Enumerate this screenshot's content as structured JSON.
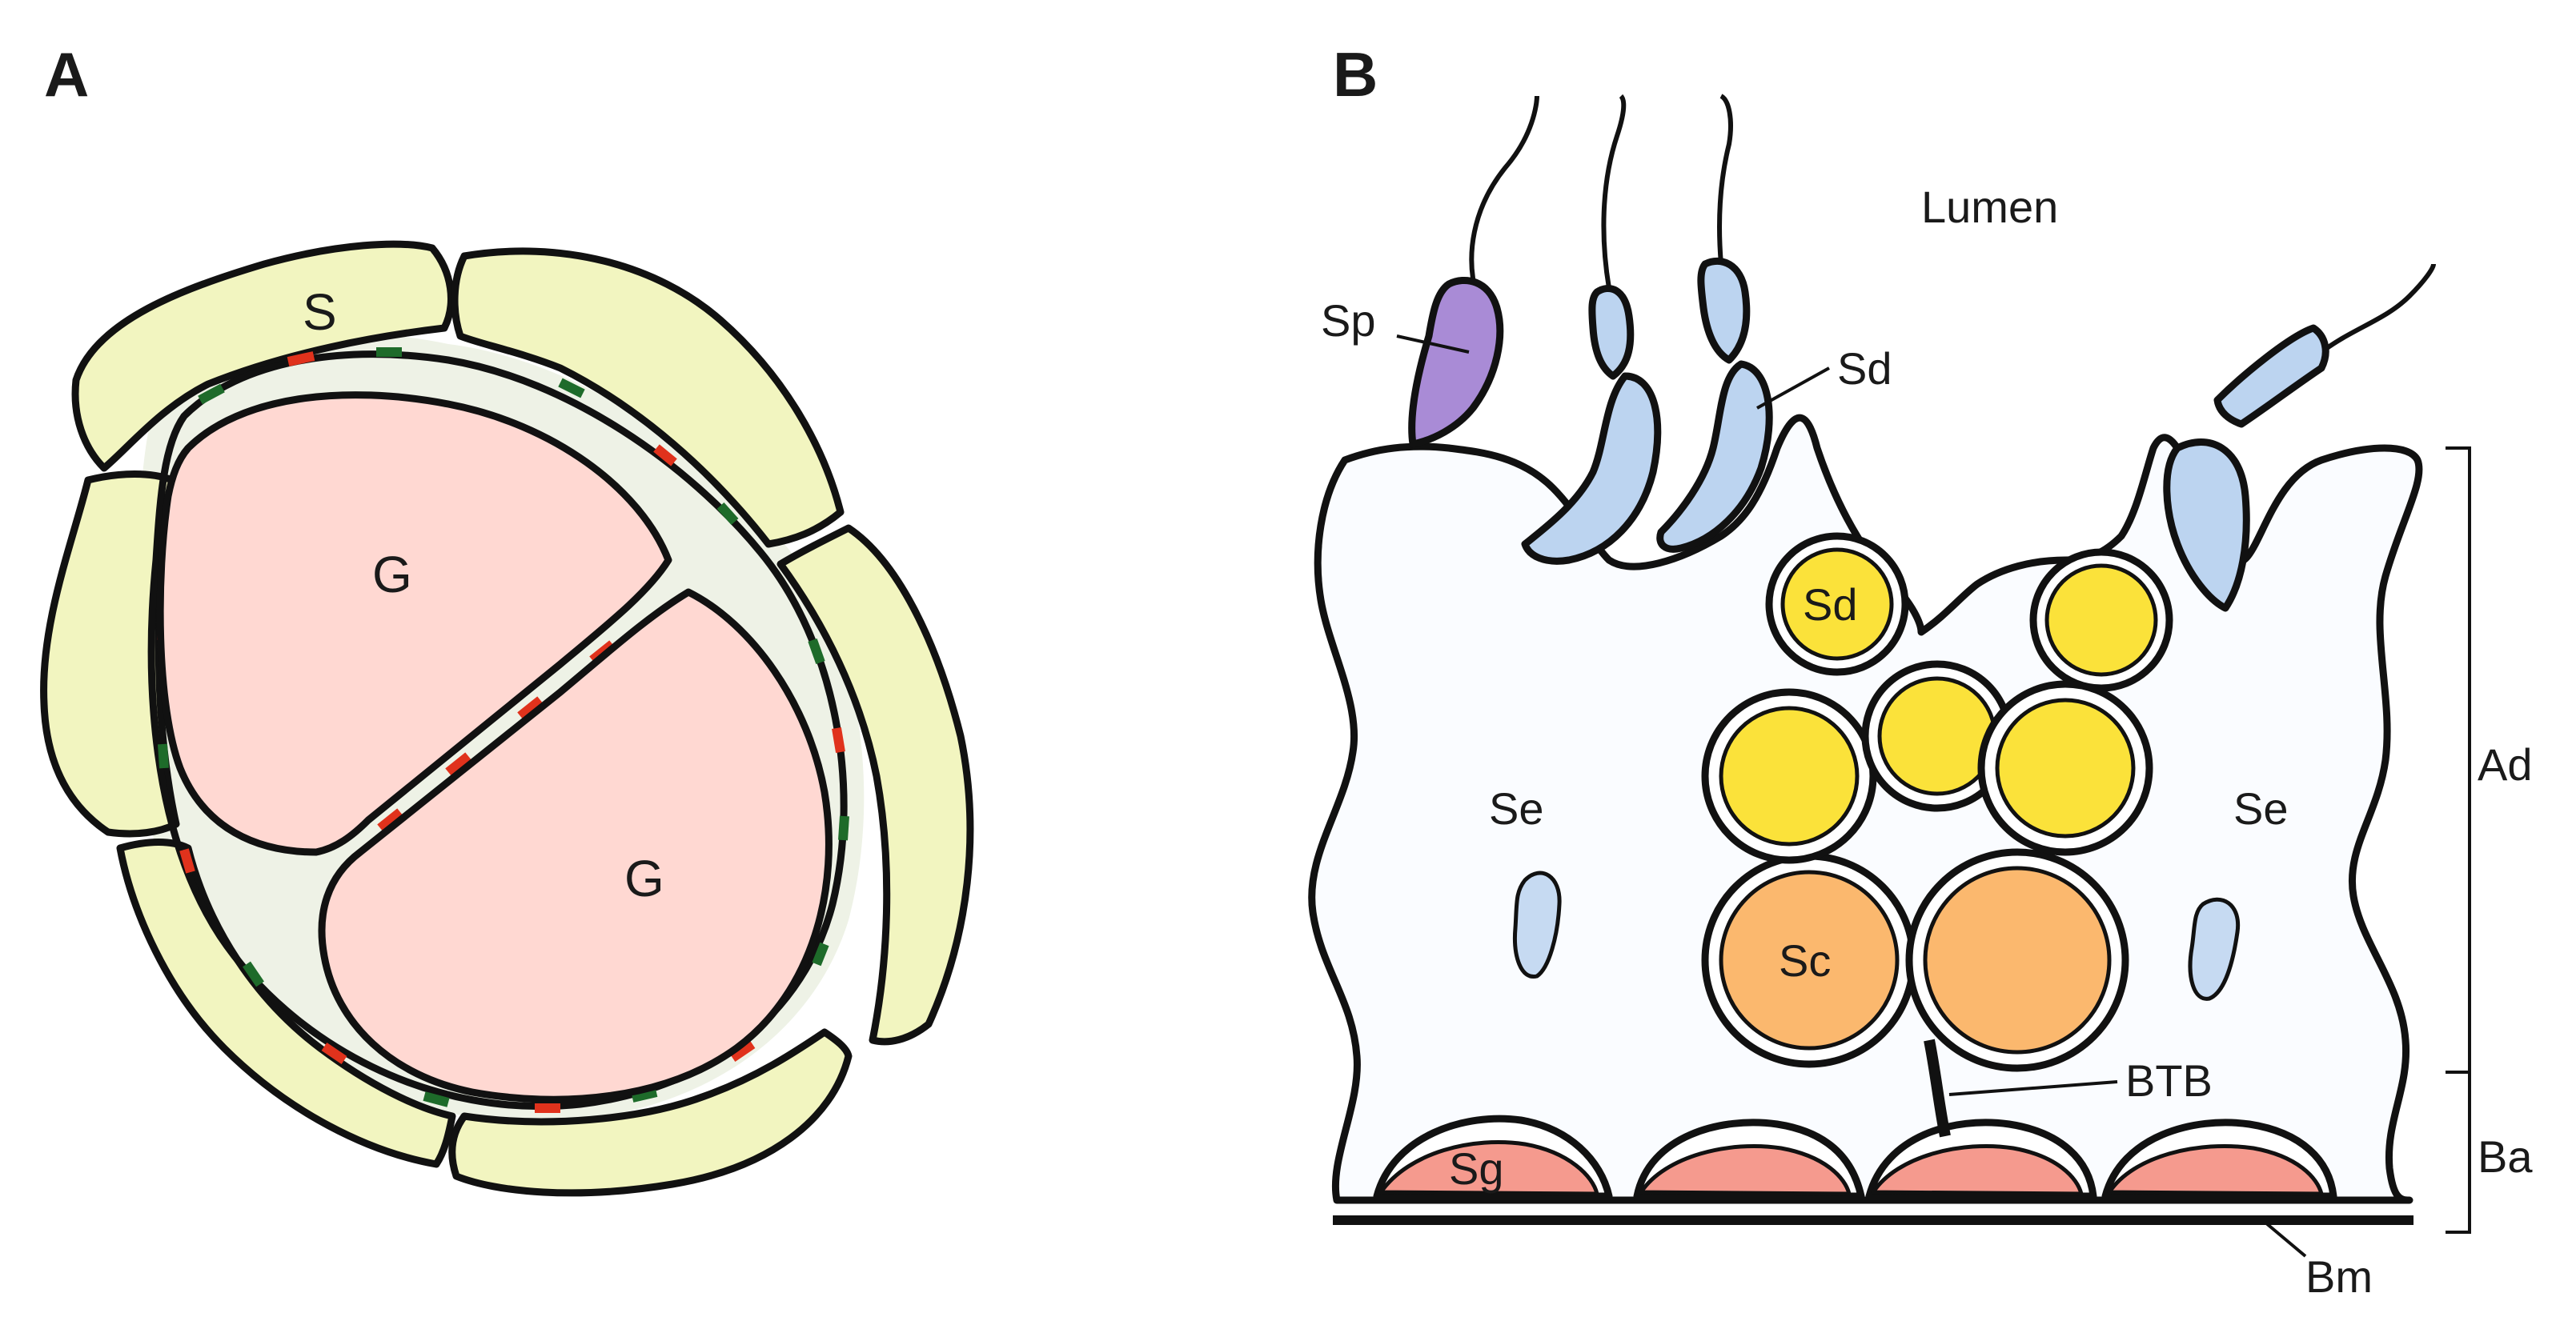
{
  "colors": {
    "sertoli_fill": "#F2F5C0",
    "germ_fill": "#FFD8D2",
    "interstitial_fill": "#EEF2E6",
    "tight_junction": "#1E6B2A",
    "gap_junction": "#E0321C",
    "spermatid_fill": "#BCD4F0",
    "spermatozoon_fill": "#A98BD6",
    "secondary_spermatocyte_fill": "#FBE23A",
    "spermatocyte_fill": "#FBB86E",
    "spermatogonium_fill": "#F59A8E",
    "nucleus_fill": "#C6DAF2"
  },
  "panel_a": {
    "letter": "A",
    "labels": {
      "sertoli": "S",
      "germ_top": "G",
      "germ_bottom": "G"
    }
  },
  "panel_b": {
    "letter": "B",
    "labels": {
      "lumen": "Lumen",
      "spermatozoon": "Sp",
      "spermatid_top": "Sd",
      "spermatid_round": "Sd",
      "sertoli_left": "Se",
      "sertoli_right": "Se",
      "spermatocyte": "Sc",
      "blood_testis_barrier": "BTB",
      "spermatogonium": "Sg",
      "basement_membrane": "Bm",
      "adluminal": "Ad",
      "basal": "Ba"
    }
  }
}
